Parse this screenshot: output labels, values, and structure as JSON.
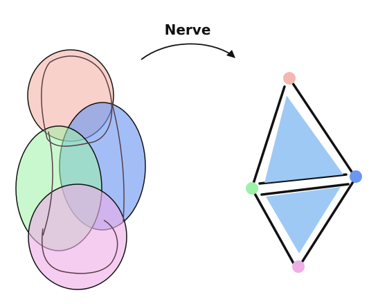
{
  "title": "Nerve",
  "colors": {
    "red": "#f5b8ae",
    "blue": "#6b96f2",
    "green": "#9cf2a8",
    "pink": "#eeaee6",
    "triangle_fill": "#9ec9f5",
    "outline": "#111111",
    "inner_curve": "#5a3c46"
  },
  "cover_sets": [
    "red",
    "blue",
    "green",
    "pink"
  ],
  "nerve_vertices": [
    "red",
    "blue",
    "green",
    "pink"
  ],
  "nerve_edges": [
    [
      "red",
      "blue"
    ],
    [
      "red",
      "green"
    ],
    [
      "blue",
      "green"
    ],
    [
      "blue",
      "pink"
    ],
    [
      "green",
      "pink"
    ]
  ],
  "nerve_faces": [
    [
      "red",
      "blue",
      "green"
    ],
    [
      "green",
      "blue",
      "pink"
    ]
  ]
}
